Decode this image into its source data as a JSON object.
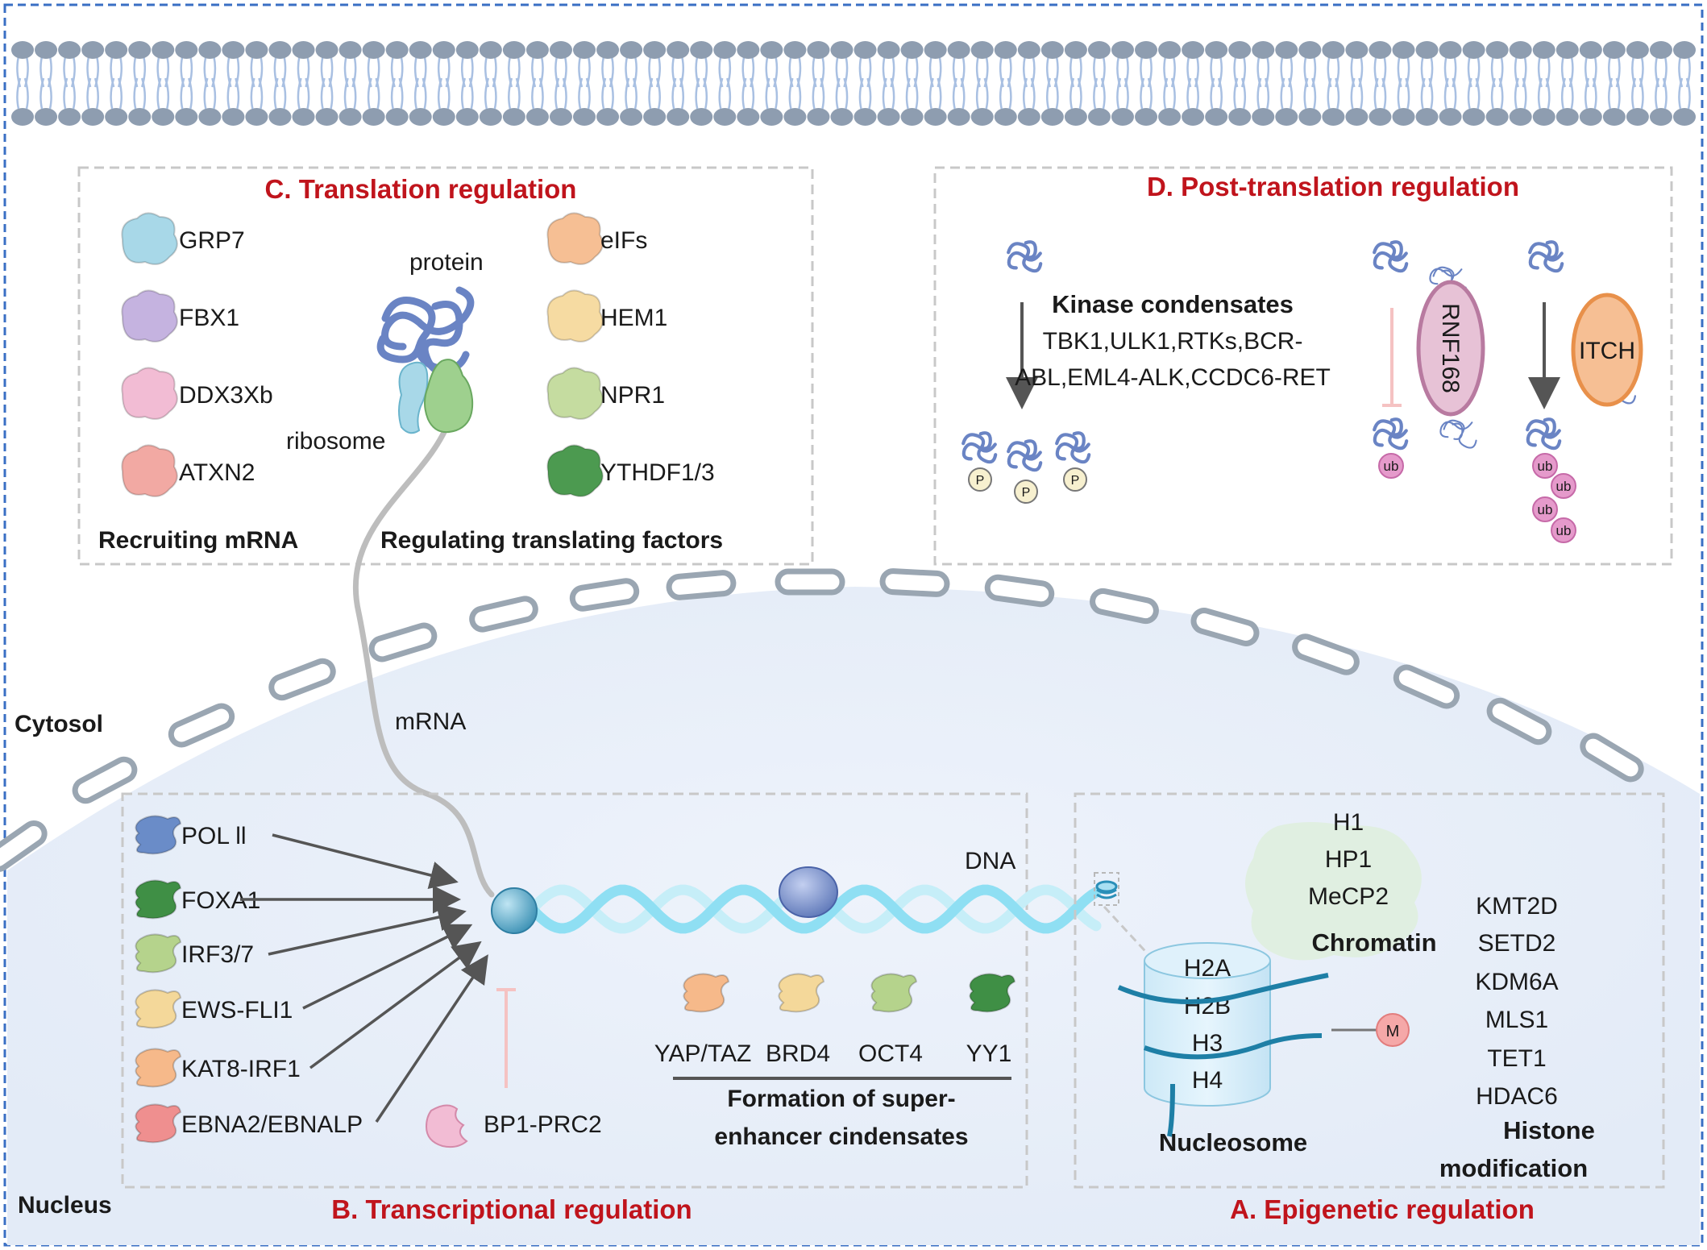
{
  "colors": {
    "border": "#3a6fc4",
    "title_red": "#c0141c",
    "nucleus_fill": "#e9f0fa",
    "envelope": "#9aa6b2",
    "box_dash": "#c8c8c8",
    "membrane_head": "#8e9db0",
    "membrane_tail": "#a9c0e2",
    "dna": "#9fe3f5",
    "mrna": "#bdbdbd",
    "methyl": "#f5a8a8",
    "ub": "#e59acb",
    "phospho": "#f7f0cf"
  },
  "regions": {
    "cytosol": "Cytosol",
    "nucleus": "Nucleus"
  },
  "panel_c": {
    "title": "C. Translation regulation",
    "left_proteins": [
      {
        "label": "GRP7",
        "color": "#a8d8e8"
      },
      {
        "label": "FBX1",
        "color": "#c5b3e0"
      },
      {
        "label": "DDX3Xb",
        "color": "#f2bcd4"
      },
      {
        "label": "ATXN2",
        "color": "#f2a9a3"
      }
    ],
    "right_proteins": [
      {
        "label": "eIFs",
        "color": "#f6bf94"
      },
      {
        "label": "HEM1",
        "color": "#f6dba2"
      },
      {
        "label": "NPR1",
        "color": "#c5dca0"
      },
      {
        "label": "YTHDF1/3",
        "color": "#4c9a50"
      }
    ],
    "protein_label": "protein",
    "ribosome_label": "ribosome",
    "footer_left": "Recruiting mRNA",
    "footer_right": "Regulating translating factors"
  },
  "panel_d": {
    "title": "D. Post-translation regulation",
    "kinase_title": "Kinase condensates",
    "kinase_line1": "TBK1,ULK1,RTKs,BCR-",
    "kinase_line2": "ABL,EML4-ALK,CCDC6-RET",
    "phospho_label": "P",
    "ub_label": "ub",
    "rnf168": "RNF168",
    "itch": "ITCH"
  },
  "mrna_label": "mRNA",
  "dna_label": "DNA",
  "panel_b": {
    "title": "B. Transcriptional regulation",
    "factors": [
      {
        "label": "POL ll",
        "color": "#6a8cc8"
      },
      {
        "label": "FOXA1",
        "color": "#3f8f45"
      },
      {
        "label": "IRF3/7",
        "color": "#b5d38c"
      },
      {
        "label": "EWS-FLI1",
        "color": "#f4d89a"
      },
      {
        "label": "KAT8-IRF1",
        "color": "#f6b98a"
      },
      {
        "label": "EBNA2/EBNALP",
        "color": "#ef8f8f"
      }
    ],
    "inhibitor": "BP1-PRC2",
    "super_enhancer": [
      {
        "label": "YAP/TAZ",
        "color": "#f6b98a"
      },
      {
        "label": "BRD4",
        "color": "#f4d89a"
      },
      {
        "label": "OCT4",
        "color": "#b5d38c"
      },
      {
        "label": "YY1",
        "color": "#3f8f45"
      }
    ],
    "se_caption_1": "Formation of super-",
    "se_caption_2": "enhancer cindensates"
  },
  "panel_a": {
    "title": "A. Epigenetic regulation",
    "chromatin_proteins": [
      "H1",
      "HP1",
      "MeCP2"
    ],
    "chromatin_label": "Chromatin",
    "histones": [
      "H2A",
      "H2B",
      "H3",
      "H4"
    ],
    "nucleosome_label": "Nucleosome",
    "methyl_label": "M",
    "modifiers": [
      "KMT2D",
      "SETD2",
      "KDM6A",
      "MLS1",
      "TET1",
      "HDAC6"
    ],
    "histone_mod_1": "Histone",
    "histone_mod_2": "modification"
  }
}
